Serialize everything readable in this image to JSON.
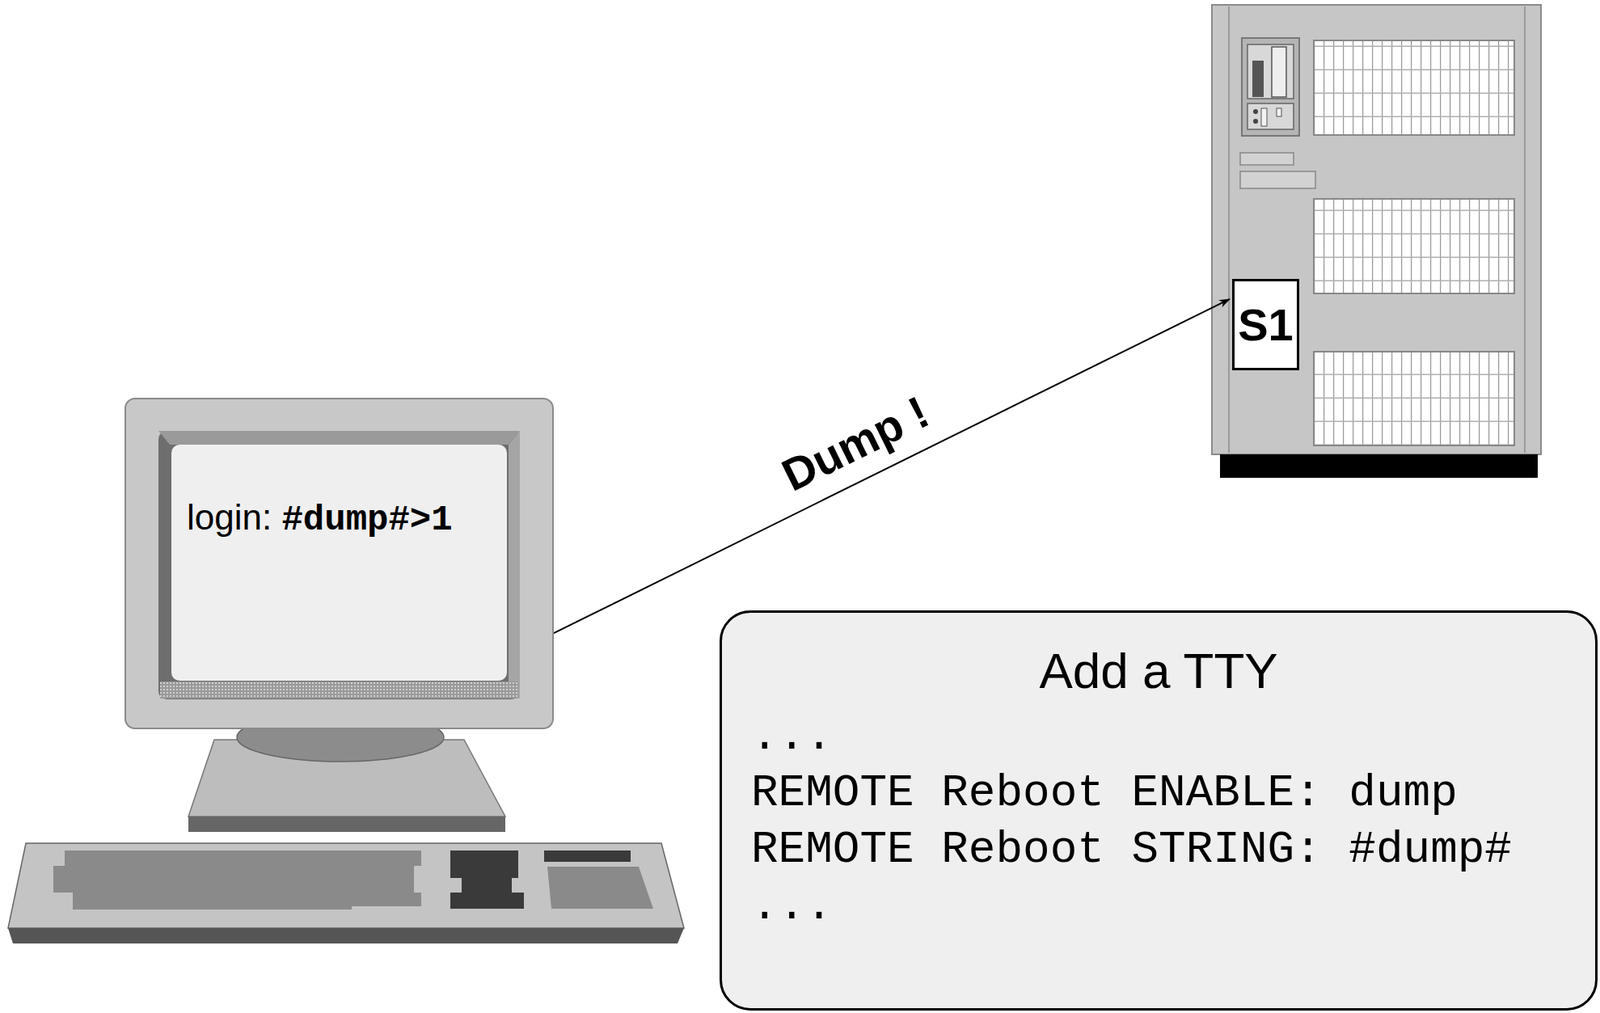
{
  "diagram": {
    "nodes": [
      {
        "text": [
          "login: #dump#>1"
        ]
      },
      {
        "text": [
          "S1"
        ]
      },
      {
        "text": [
          "Add a TTY",
          "...",
          "REMOTE Reboot ENABLE: dump",
          "REMOTE Reboot STRING: #dump#",
          "..."
        ]
      }
    ],
    "edges": [
      {
        "from": 0,
        "to": 1,
        "arrow": "to",
        "label": "Dump !"
      }
    ]
  }
}
